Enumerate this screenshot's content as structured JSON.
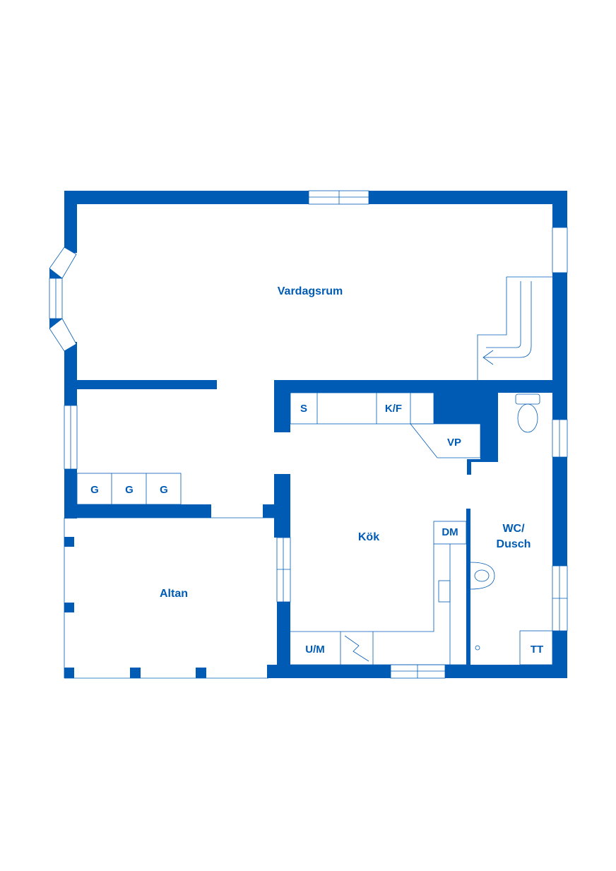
{
  "colors": {
    "wall": "#005bb5",
    "background": "#ffffff"
  },
  "rooms": {
    "vardagsrum": "Vardagsrum",
    "altan": "Altan",
    "kok": "Kök",
    "wc_line1": "WC/",
    "wc_line2": "Dusch"
  },
  "fixtures": {
    "g1": "G",
    "g2": "G",
    "g3": "G",
    "s": "S",
    "kf": "K/F",
    "vp": "VP",
    "dm": "DM",
    "um": "U/M",
    "tt": "TT"
  }
}
